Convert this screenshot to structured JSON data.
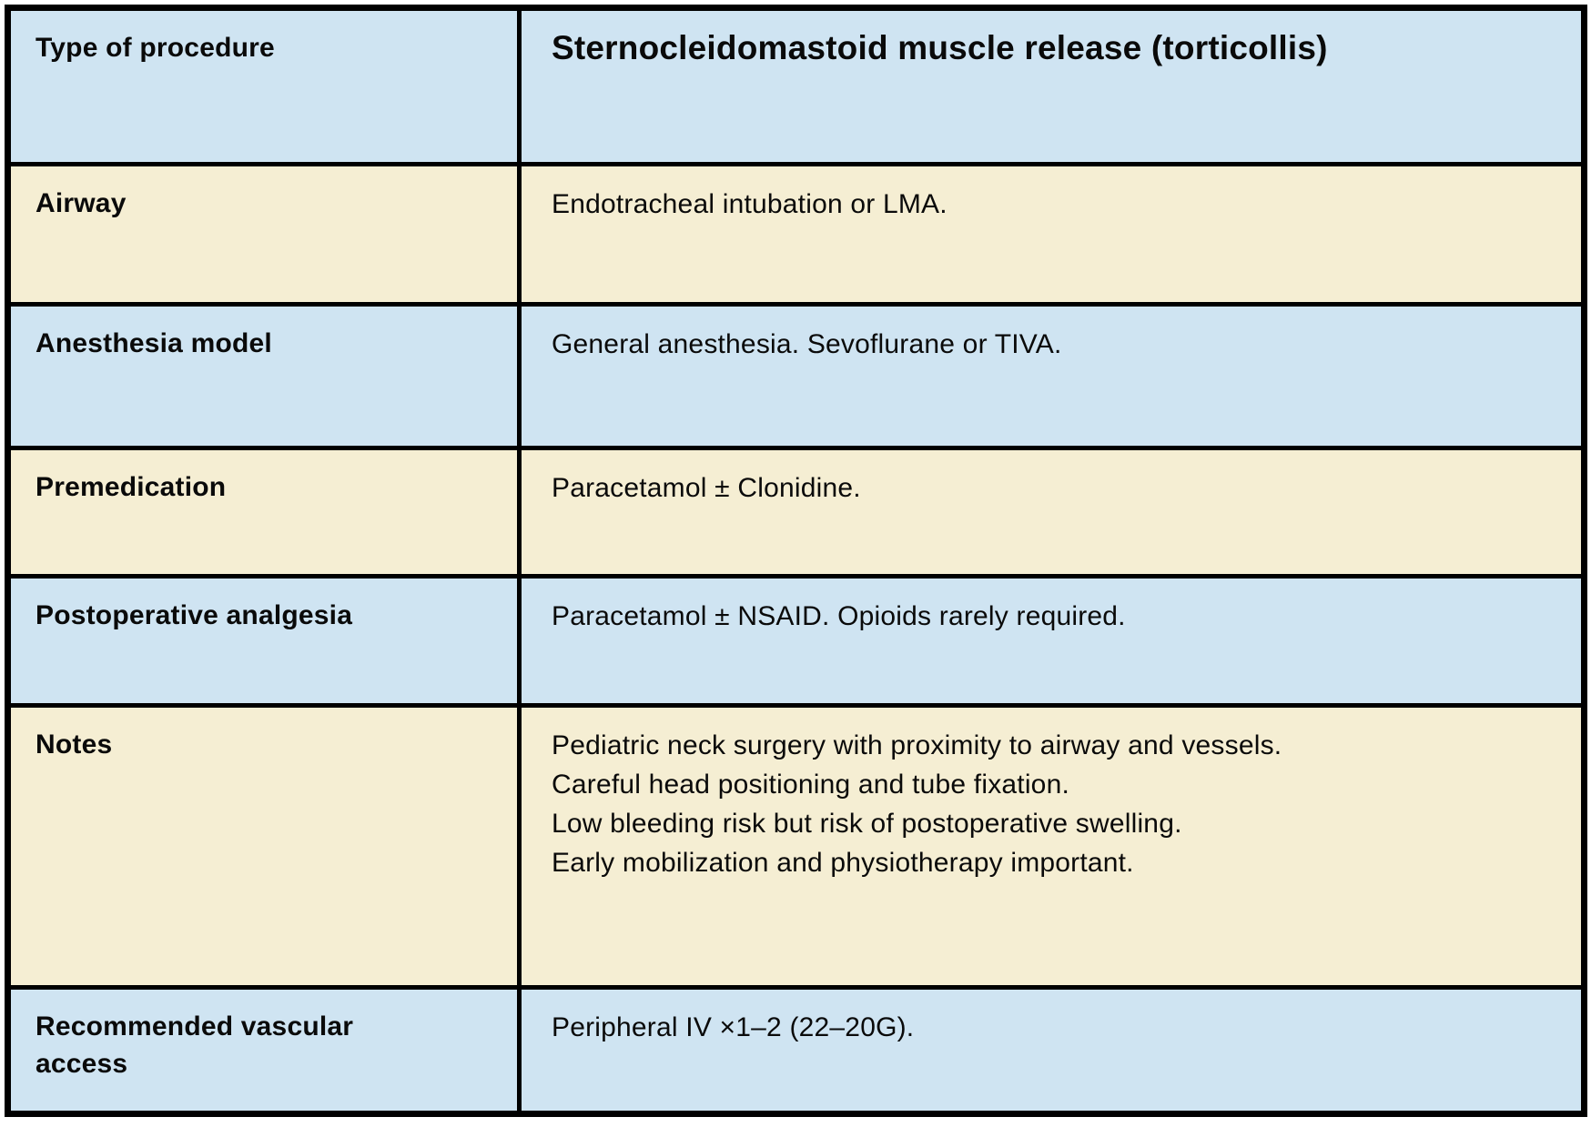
{
  "table": {
    "rows": [
      {
        "label": "Type of procedure",
        "value": "Sternocleidomastoid muscle release (torticollis)"
      },
      {
        "label": "Airway",
        "value": "Endotracheal intubation or LMA."
      },
      {
        "label": "Anesthesia model",
        "value": "General anesthesia. Sevoflurane or TIVA."
      },
      {
        "label": "Premedication",
        "value": "Paracetamol ± Clonidine."
      },
      {
        "label": "Postoperative analgesia",
        "value": "Paracetamol ± NSAID. Opioids rarely required."
      },
      {
        "label": "Notes",
        "value": "Pediatric neck surgery with proximity to airway and vessels.\nCareful head positioning and tube fixation.\nLow bleeding risk but risk of postoperative swelling.\nEarly mobilization and physiotherapy important."
      },
      {
        "label": "Recommended vascular access",
        "value": "Peripheral IV ×1–2 (22–20G)."
      }
    ],
    "colors": {
      "row_blue": "#cfe4f2",
      "row_cream": "#f5eed3",
      "border": "#000000",
      "text": "#0a0a0a"
    }
  }
}
